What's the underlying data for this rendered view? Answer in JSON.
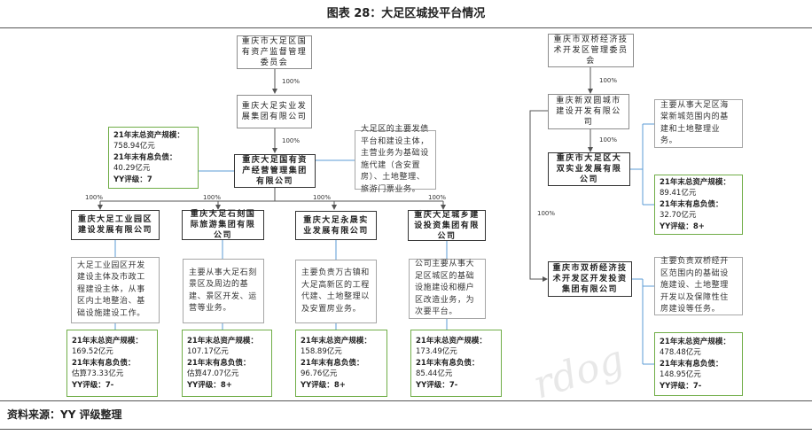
{
  "header": {
    "title": "图表 28：大足区城投平台情况"
  },
  "footer": {
    "source": "资料来源：YY 评级整理"
  },
  "watermark": "rdog",
  "colors": {
    "metric_border": "#70ad47",
    "info_connector": "#5b9bd5",
    "hierarchy_connector": "#555555"
  },
  "left_tree": {
    "root": {
      "name": "重庆市大足区国有资产监督管理委员会"
    },
    "root_to_level2_share": "100%",
    "level2": {
      "name": "重庆大足实业发展集团有限公司"
    },
    "level2_to_main_share": "100%",
    "main": {
      "name": "重庆大足国有资产经营管理集团有限公司",
      "description": "大足区的主要发债平台和建设主体，主营业务为基础设施代建（含安置房）、土地整理、旅游门票业务。",
      "metrics": {
        "assets_label": "21年末总资产规模：",
        "assets": "758.94亿元",
        "debt_label": "21年末有息负债：",
        "debt": "40.29亿元",
        "rating_label": "YY评级：",
        "rating": "7"
      }
    },
    "subsidiaries": [
      {
        "share": "100%",
        "name": "重庆大足工业园区建设发展有限公司",
        "description": "大足工业园区开发建设主体及市政工程建设主体，从事区内土地整治、基础设施建设工作。",
        "metrics": {
          "assets_label": "21年末总资产规模：",
          "assets": "169.52亿元",
          "debt_label": "21年末有息负债：",
          "debt": "估算73.33亿元",
          "rating_label": "YY评级：",
          "rating": "7-"
        }
      },
      {
        "share": "100%",
        "name": "重庆大足石刻国际旅游集团有限公司",
        "description": "主要从事大足石刻景区及周边的基建、景区开发、运营等业务。",
        "metrics": {
          "assets_label": "21年末总资产规模：",
          "assets": "107.17亿元",
          "debt_label": "21年末有息负债：",
          "debt": "估算47.07亿元",
          "rating_label": "YY评级：",
          "rating": "8+"
        }
      },
      {
        "share": "100%",
        "name": "重庆大足永晟实业发展有限公司",
        "description": "主要负责万古镇和大足高新区的工程代建、土地整理以及安置房业务。",
        "metrics": {
          "assets_label": "21年末总资产规模：",
          "assets": "158.89亿元",
          "debt_label": "21年末有息负债：",
          "debt": "96.76亿元",
          "rating_label": "YY评级：",
          "rating": "8+"
        }
      },
      {
        "share": "100%",
        "name": "重庆大足城乡建设投资集团有限公司",
        "description": "公司主要从事大足区城区的基础设施建设和棚户区改造业务，为次要平台。",
        "metrics": {
          "assets_label": "21年末总资产规模：",
          "assets": "173.49亿元",
          "debt_label": "21年末有息负债：",
          "debt": "85.44亿元",
          "rating_label": "YY评级：",
          "rating": "7-"
        }
      }
    ]
  },
  "right_tree": {
    "root": {
      "name": "重庆市双桥经济技术开发区管理委员会"
    },
    "root_to_level2_share": "100%",
    "level2": {
      "name": "重庆新双圆城市建设开发有限公司"
    },
    "companies": [
      {
        "share": "100%",
        "name": "重庆市大足区大双实业发展有限公司",
        "description": "主要从事大足区海棠新城范围内的基建和土地整理业务。",
        "metrics": {
          "assets_label": "21年末总资产规模：",
          "assets": "89.41亿元",
          "debt_label": "21年末有息负债：",
          "debt": "32.70亿元",
          "rating_label": "YY评级：",
          "rating": "8+"
        }
      },
      {
        "share": "100%",
        "name": "重庆市双桥经济技术开发区开发投资集团有限公司",
        "description": "主要负责双桥经开区范围内的基础设施建设、土地整理开发以及保障性住房建设等任务。",
        "metrics": {
          "assets_label": "21年末总资产规模：",
          "assets": "478.48亿元",
          "debt_label": "21年末有息负债：",
          "debt": "148.95亿元",
          "rating_label": "YY评级：",
          "rating": "7-"
        }
      }
    ]
  }
}
